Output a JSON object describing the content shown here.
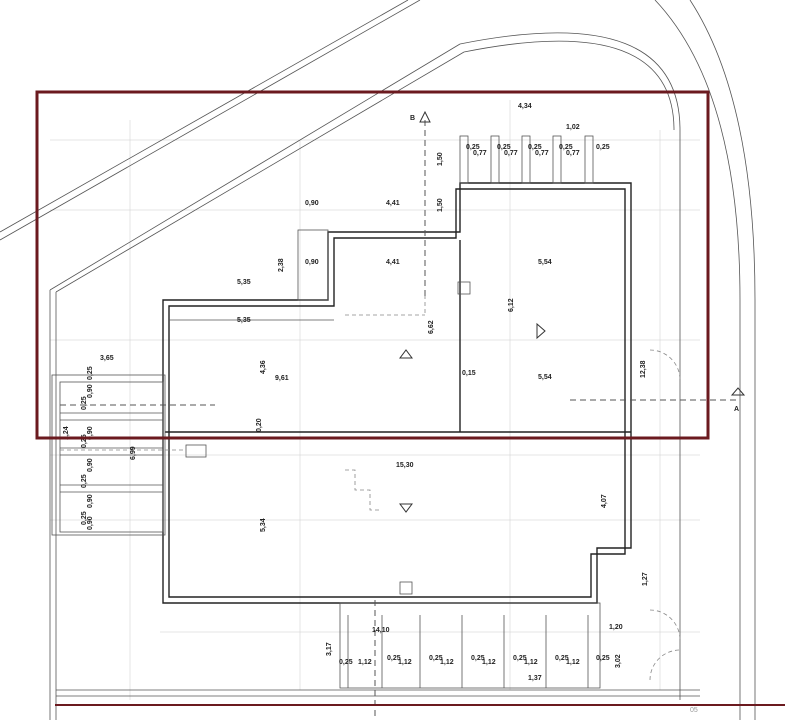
{
  "plan": {
    "section_markers": {
      "a": "A",
      "b": "B"
    },
    "sheet_number": "05",
    "top": {
      "width_total": "4,34",
      "width_small": "1,02",
      "posts": [
        "0,25",
        "0,25",
        "0,25",
        "0,25",
        "0,25"
      ],
      "gaps": [
        "0,77",
        "0,77",
        "0,77",
        "0,77"
      ],
      "height_1": "1,50",
      "height_2": "1,50"
    },
    "upper_left": {
      "strip_outer": "0,90",
      "room_outer": "4,41",
      "strip_inner": "0,90",
      "room_inner": "4,41",
      "height": "2,38",
      "width_outer": "5,35",
      "width_inner": "5,35"
    },
    "right_room": {
      "width_top": "5,54",
      "height": "6,12",
      "width_bottom": "5,54",
      "wall": "0,15"
    },
    "middle": {
      "height_center": "6,62",
      "height_left": "4,36",
      "width": "9,61",
      "wall": "0,20",
      "total_height": "12,38"
    },
    "left_stairs": {
      "width": "3,65",
      "labels": [
        "0,25",
        "0,90",
        "0,25",
        "0,90",
        "1,24",
        "0,25",
        "0,90",
        "6,99",
        "0,25",
        "0,90",
        "0,25",
        "0,90"
      ]
    },
    "lower": {
      "width": "15,30",
      "height_left": "5,34",
      "height_right": "4,07",
      "step": "1,27"
    },
    "bottom": {
      "total": "14,10",
      "height": "3,17",
      "right_gap": "1,20",
      "right_height": "3,02",
      "posts": [
        "0,25",
        "0,25",
        "0,25",
        "0,25",
        "0,25",
        "0,25",
        "0,25"
      ],
      "bays": [
        "1,12",
        "1,12",
        "1,12",
        "1,12",
        "1,12",
        "1,12"
      ],
      "bay_detail": "1,37"
    }
  }
}
